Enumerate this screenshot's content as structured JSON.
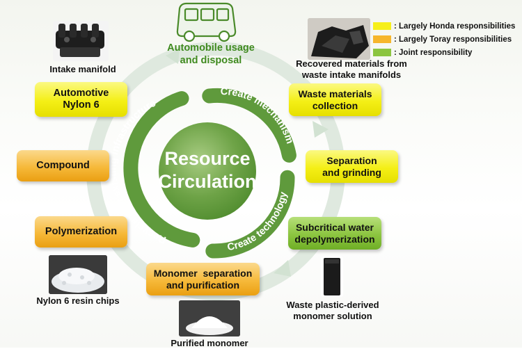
{
  "center": {
    "line1": "Resource",
    "line2": "Circulation"
  },
  "inner_arcs": {
    "left": "Recycle with existing infrastructure",
    "top_right": "Create mechanism",
    "bottom_right": "Create technology"
  },
  "top_label": {
    "line1": "Automobile usage",
    "line2": "and disposal"
  },
  "legend": [
    {
      "label": ": Largely Honda responsibilities",
      "color": "#f6ef1a"
    },
    {
      "label": ": Largely Toray responsibilities",
      "color": "#f6b62c"
    },
    {
      "label": ": Joint responsibility",
      "color": "#8cc540"
    }
  ],
  "steps": {
    "automotive_nylon": {
      "line1": "Automotive",
      "line2": "Nylon 6"
    },
    "waste_collection": {
      "line1": "Waste materials",
      "line2": "collection"
    },
    "compound": {
      "line1": "Compound"
    },
    "separation": {
      "line1": "Separation",
      "line2": "and grinding"
    },
    "polymerization": {
      "line1": "Polymerization"
    },
    "subcritical": {
      "line1": "Subcritical water",
      "line2": "depolymerization"
    },
    "monomer_sep": {
      "line1": "Monomer  separation",
      "line2": "and purification"
    }
  },
  "captions": {
    "intake_manifold": "Intake manifold",
    "recovered": {
      "line1": "Recovered materials from",
      "line2": "waste intake manifolds"
    },
    "resin_chips": "Nylon 6 resin chips",
    "monomer_solution": {
      "line1": "Waste plastic-derived",
      "line2": "monomer solution"
    },
    "purified": "Purified monomer"
  },
  "colors": {
    "yellow": "#f4ef16",
    "orange": "#f6b62c",
    "green": "#8cc540",
    "center": "#5f9a3c",
    "arrow": "#dde9dd"
  }
}
